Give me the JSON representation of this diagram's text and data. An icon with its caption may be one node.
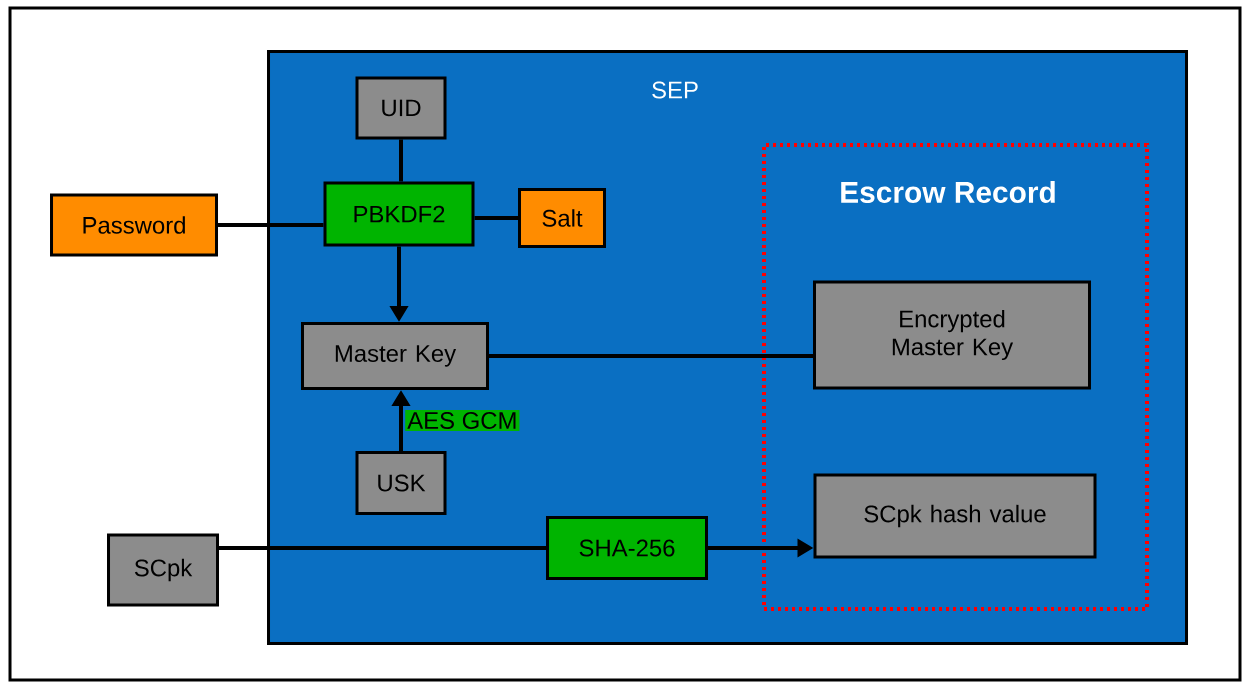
{
  "diagram": {
    "nodes": [
      {
        "text": [
          "SEP"
        ]
      },
      {
        "text": [
          "UID"
        ],
        "in": 0
      },
      {
        "text": [
          "PBKDF2"
        ],
        "in": 0
      },
      {
        "text": [
          "Salt"
        ],
        "in": 0
      },
      {
        "text": [
          "Password"
        ]
      },
      {
        "text": [
          "Master Key"
        ],
        "in": 0
      },
      {
        "text": [
          "USK"
        ],
        "in": 0
      },
      {
        "text": [
          "Escrow Record"
        ],
        "in": 0
      },
      {
        "text": [
          "Encrypted Master Key"
        ],
        "in": 7
      },
      {
        "text": [
          "SCpk hash value"
        ],
        "in": 7
      },
      {
        "text": [
          "SCpk"
        ]
      },
      {
        "text": [
          "SHA-256"
        ],
        "in": 0
      }
    ],
    "edges": [
      {
        "from": 1,
        "to": 2,
        "arrow": "none"
      },
      {
        "from": 4,
        "to": 2,
        "arrow": "none"
      },
      {
        "from": 2,
        "to": 3,
        "arrow": "none"
      },
      {
        "from": 2,
        "to": 5,
        "arrow": "to"
      },
      {
        "from": 5,
        "to": 8,
        "arrow": "none"
      },
      {
        "from": 6,
        "to": 5,
        "arrow": "to",
        "label": "AES GCM"
      },
      {
        "from": 10,
        "to": 11,
        "arrow": "none"
      },
      {
        "from": 11,
        "to": 9,
        "arrow": "to"
      }
    ]
  }
}
